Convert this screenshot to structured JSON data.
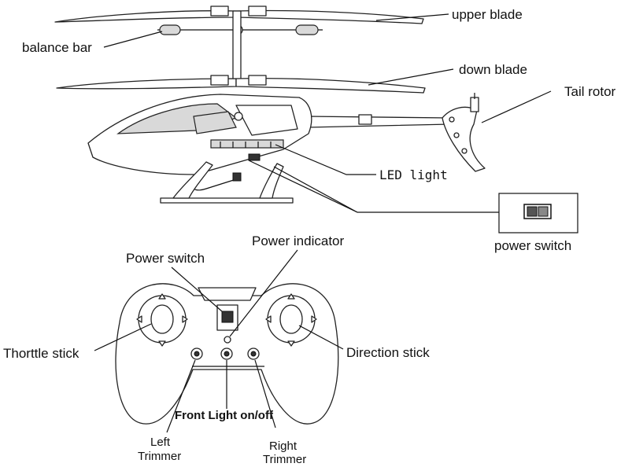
{
  "labels": {
    "upper_blade": "upper blade",
    "balance_bar": "balance bar",
    "down_blade": "down blade",
    "tail_rotor": "Tail rotor",
    "led_light": "LED light",
    "power_switch_heli": "power switch",
    "power_indicator": "Power indicator",
    "power_switch_remote": "Power switch",
    "throttle_stick": "Thorttle stick",
    "direction_stick": "Direction stick",
    "front_light": "Front Light on/off",
    "left_trimmer_1": "Left",
    "left_trimmer_2": "Trimmer",
    "right_trimmer_1": "Right",
    "right_trimmer_2": "Trimmer"
  }
}
